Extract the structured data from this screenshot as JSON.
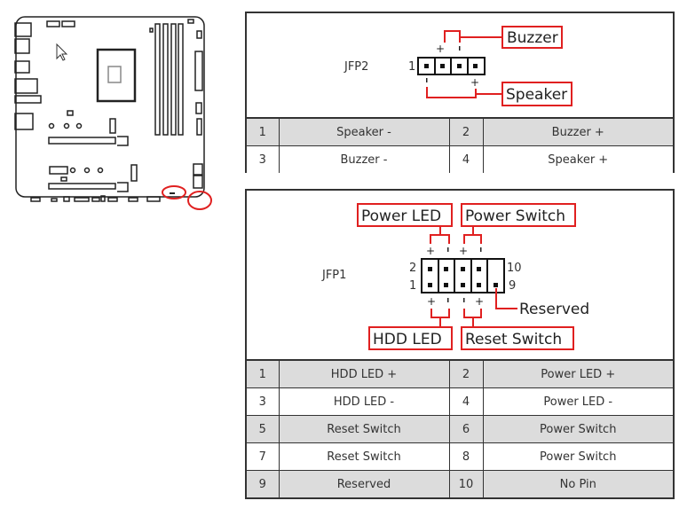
{
  "motherboard": {
    "highlight_color": "#e02020",
    "highlighted_headers": [
      "JFP2",
      "JFP1"
    ],
    "cursor_icon": "mouse-pointer-icon"
  },
  "jfp2": {
    "name": "JFP2",
    "pin_start_label": "1",
    "callouts": {
      "buzzer": "Buzzer",
      "speaker": "Speaker"
    },
    "polarity": {
      "plus": "+",
      "minus": "-"
    },
    "pins": [
      {
        "left_num": "1",
        "left_label": "Speaker -",
        "right_num": "2",
        "right_label": "Buzzer +"
      },
      {
        "left_num": "3",
        "left_label": "Buzzer -",
        "right_num": "4",
        "right_label": "Speaker +"
      }
    ]
  },
  "jfp1": {
    "name": "JFP1",
    "pin_labels": {
      "top_left": "2",
      "bottom_left": "1",
      "top_right": "10",
      "bottom_right": "9"
    },
    "callouts": {
      "power_led": "Power LED",
      "power_switch": "Power Switch",
      "hdd_led": "HDD LED",
      "reset_switch": "Reset Switch",
      "reserved": "Reserved"
    },
    "polarity": {
      "plus": "+",
      "minus": "-"
    },
    "pins": [
      {
        "left_num": "1",
        "left_label": "HDD LED +",
        "right_num": "2",
        "right_label": "Power LED +"
      },
      {
        "left_num": "3",
        "left_label": "HDD LED -",
        "right_num": "4",
        "right_label": "Power LED -"
      },
      {
        "left_num": "5",
        "left_label": "Reset Switch",
        "right_num": "6",
        "right_label": "Power Switch"
      },
      {
        "left_num": "7",
        "left_label": "Reset Switch",
        "right_num": "8",
        "right_label": "Power Switch"
      },
      {
        "left_num": "9",
        "left_label": "Reserved",
        "right_num": "10",
        "right_label": "No Pin"
      }
    ]
  },
  "colors": {
    "accent": "#e02020",
    "row_gray": "#dcdcdc",
    "border": "#333333"
  }
}
